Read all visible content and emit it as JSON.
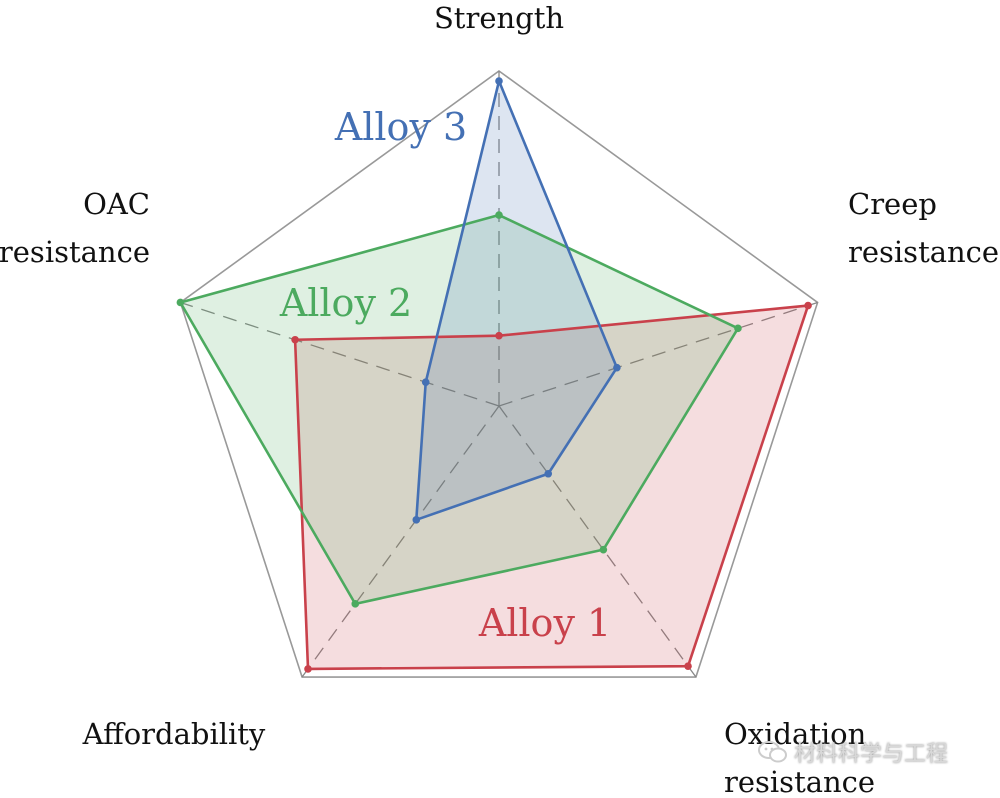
{
  "chart_data": {
    "type": "radar",
    "axes": [
      {
        "label": [
          "Strength"
        ]
      },
      {
        "label": [
          "Creep",
          "resistance"
        ]
      },
      {
        "label": [
          "Oxidation",
          "resistance"
        ]
      },
      {
        "label": [
          "Affordability"
        ]
      },
      {
        "label": [
          "OAC",
          "resistance"
        ]
      }
    ],
    "range": [
      0,
      1
    ],
    "grid": "dashed spokes, outer pentagon",
    "series": [
      {
        "name": "Alloy 1",
        "color": "#c9414b",
        "values": [
          0.21,
          0.97,
          0.96,
          0.97,
          0.64
        ]
      },
      {
        "name": "Alloy 2",
        "color": "#4caa5f",
        "values": [
          0.57,
          0.75,
          0.53,
          0.73,
          1.0
        ]
      },
      {
        "name": "Alloy 3",
        "color": "#4470b4",
        "values": [
          0.97,
          0.37,
          0.25,
          0.42,
          0.23
        ]
      }
    ]
  },
  "watermark": {
    "text": "材料科学与工程",
    "icon": "wechat-icon"
  }
}
